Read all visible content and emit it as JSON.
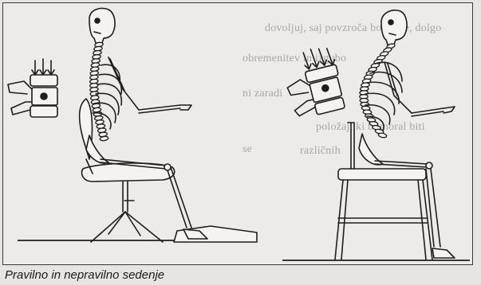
{
  "figure": {
    "caption": "Pravilno in nepravilno sedenje",
    "bleed_through": [
      "dovoljuj, saj povzroča bolečine, dolgo",
      "obremenitev in izgubo",
      "ni zaradi",
      "položaj, ki bi moral biti",
      "se",
      "različnih"
    ],
    "panels": [
      {
        "id": "left",
        "posture": "correct",
        "furniture": "adjustable-stool"
      },
      {
        "id": "right",
        "posture": "incorrect",
        "furniture": "wooden-stool"
      }
    ],
    "colors": {
      "ink": "#1e1e1e",
      "paper": "#ecebe8",
      "ghost": "#a9a7a3"
    }
  }
}
